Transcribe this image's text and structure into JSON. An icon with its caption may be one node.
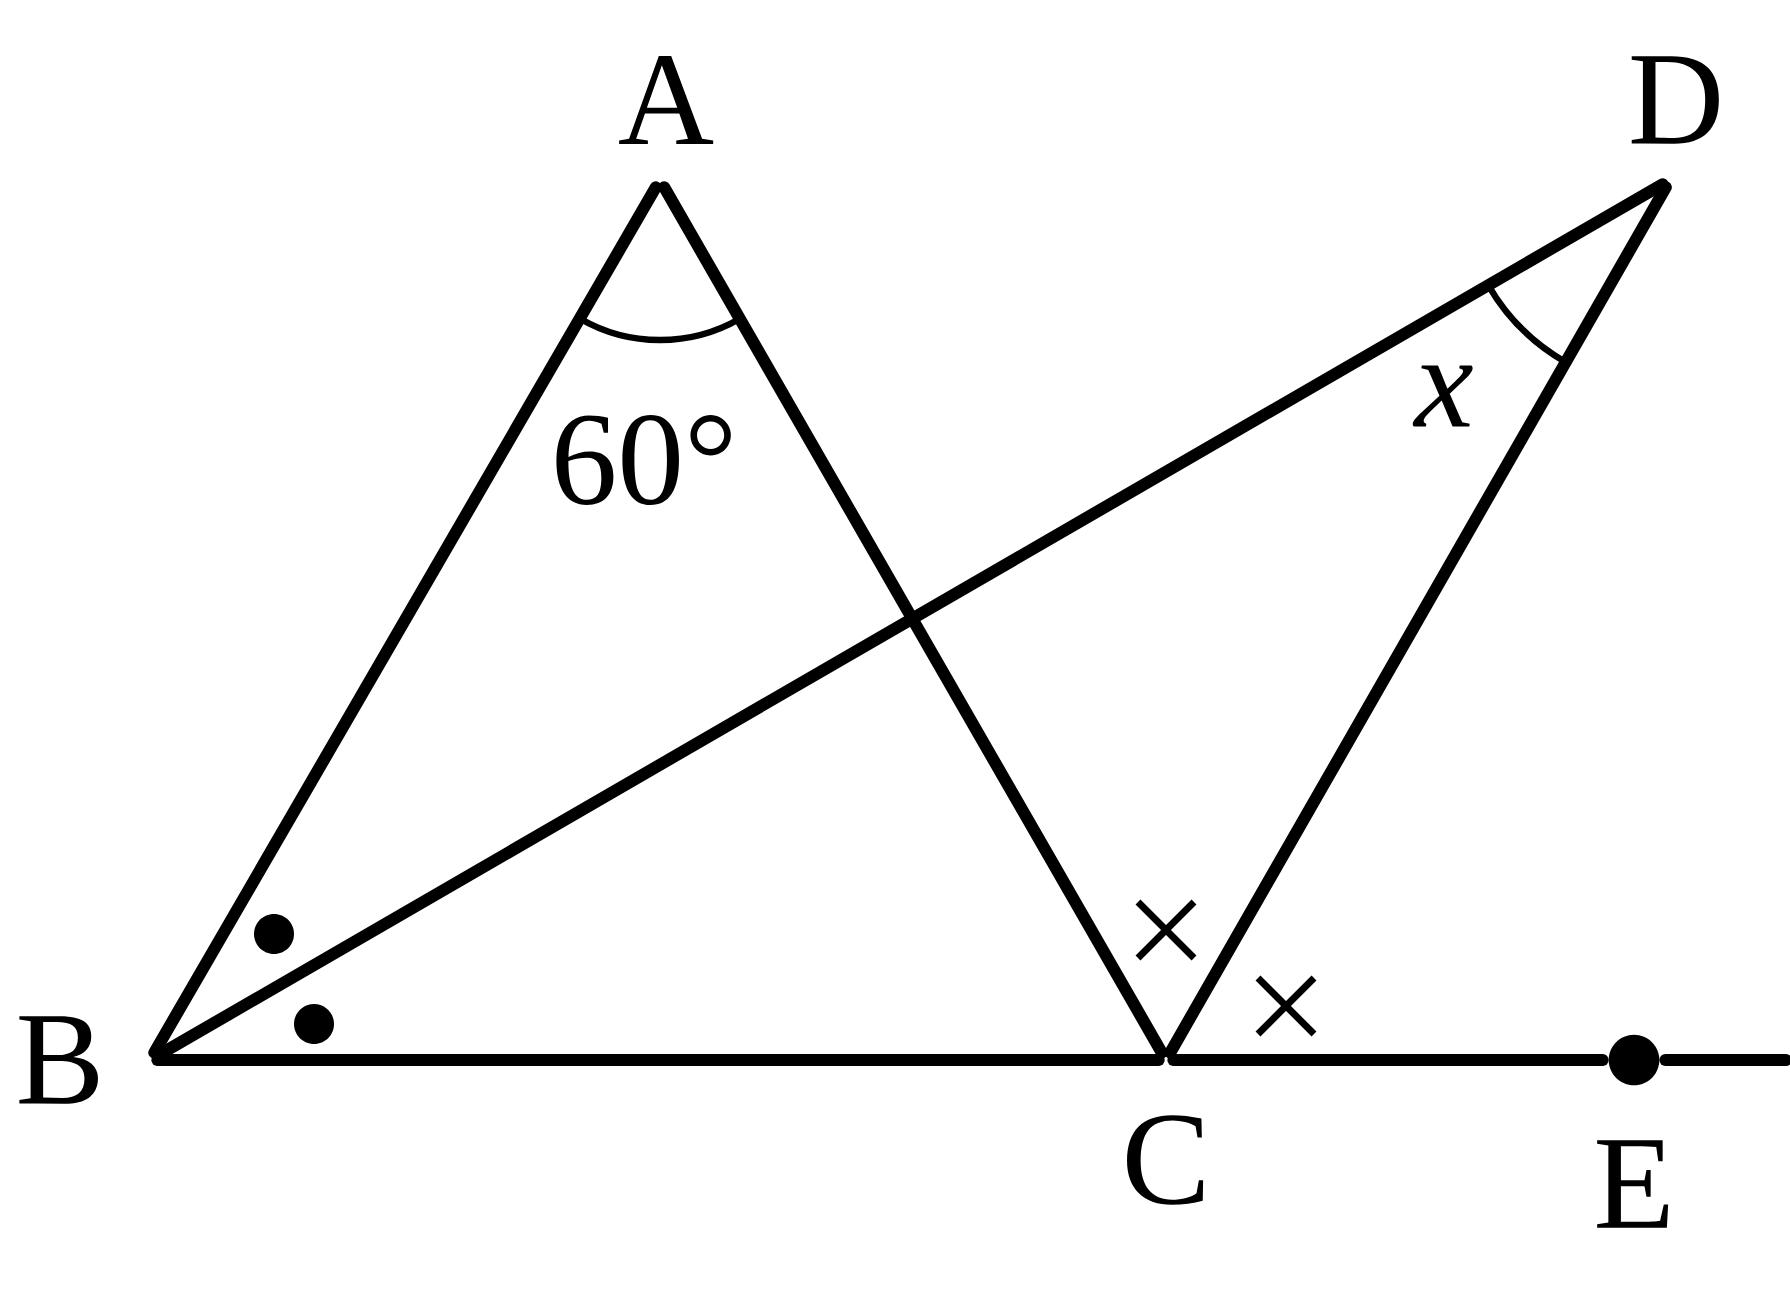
{
  "diagram": {
    "nodes": [
      {
        "text": [
          "A"
        ]
      },
      {
        "text": [
          "B"
        ]
      },
      {
        "text": [
          "C"
        ]
      },
      {
        "text": [
          "D"
        ]
      },
      {
        "text": [
          "E"
        ]
      }
    ],
    "edges": [
      {
        "from": 1,
        "to": 0,
        "arrow": "none"
      },
      {
        "from": 0,
        "to": 2,
        "arrow": "none"
      },
      {
        "from": 1,
        "to": 3,
        "arrow": "none"
      },
      {
        "from": 3,
        "to": 2,
        "arrow": "none"
      },
      {
        "from": 1,
        "to": 2,
        "arrow": "none"
      },
      {
        "from": 2,
        "to": 4,
        "arrow": "none"
      },
      {
        "from": 4,
        "to": null,
        "arrow": "none"
      }
    ],
    "labels": [
      "60°",
      "x"
    ]
  }
}
